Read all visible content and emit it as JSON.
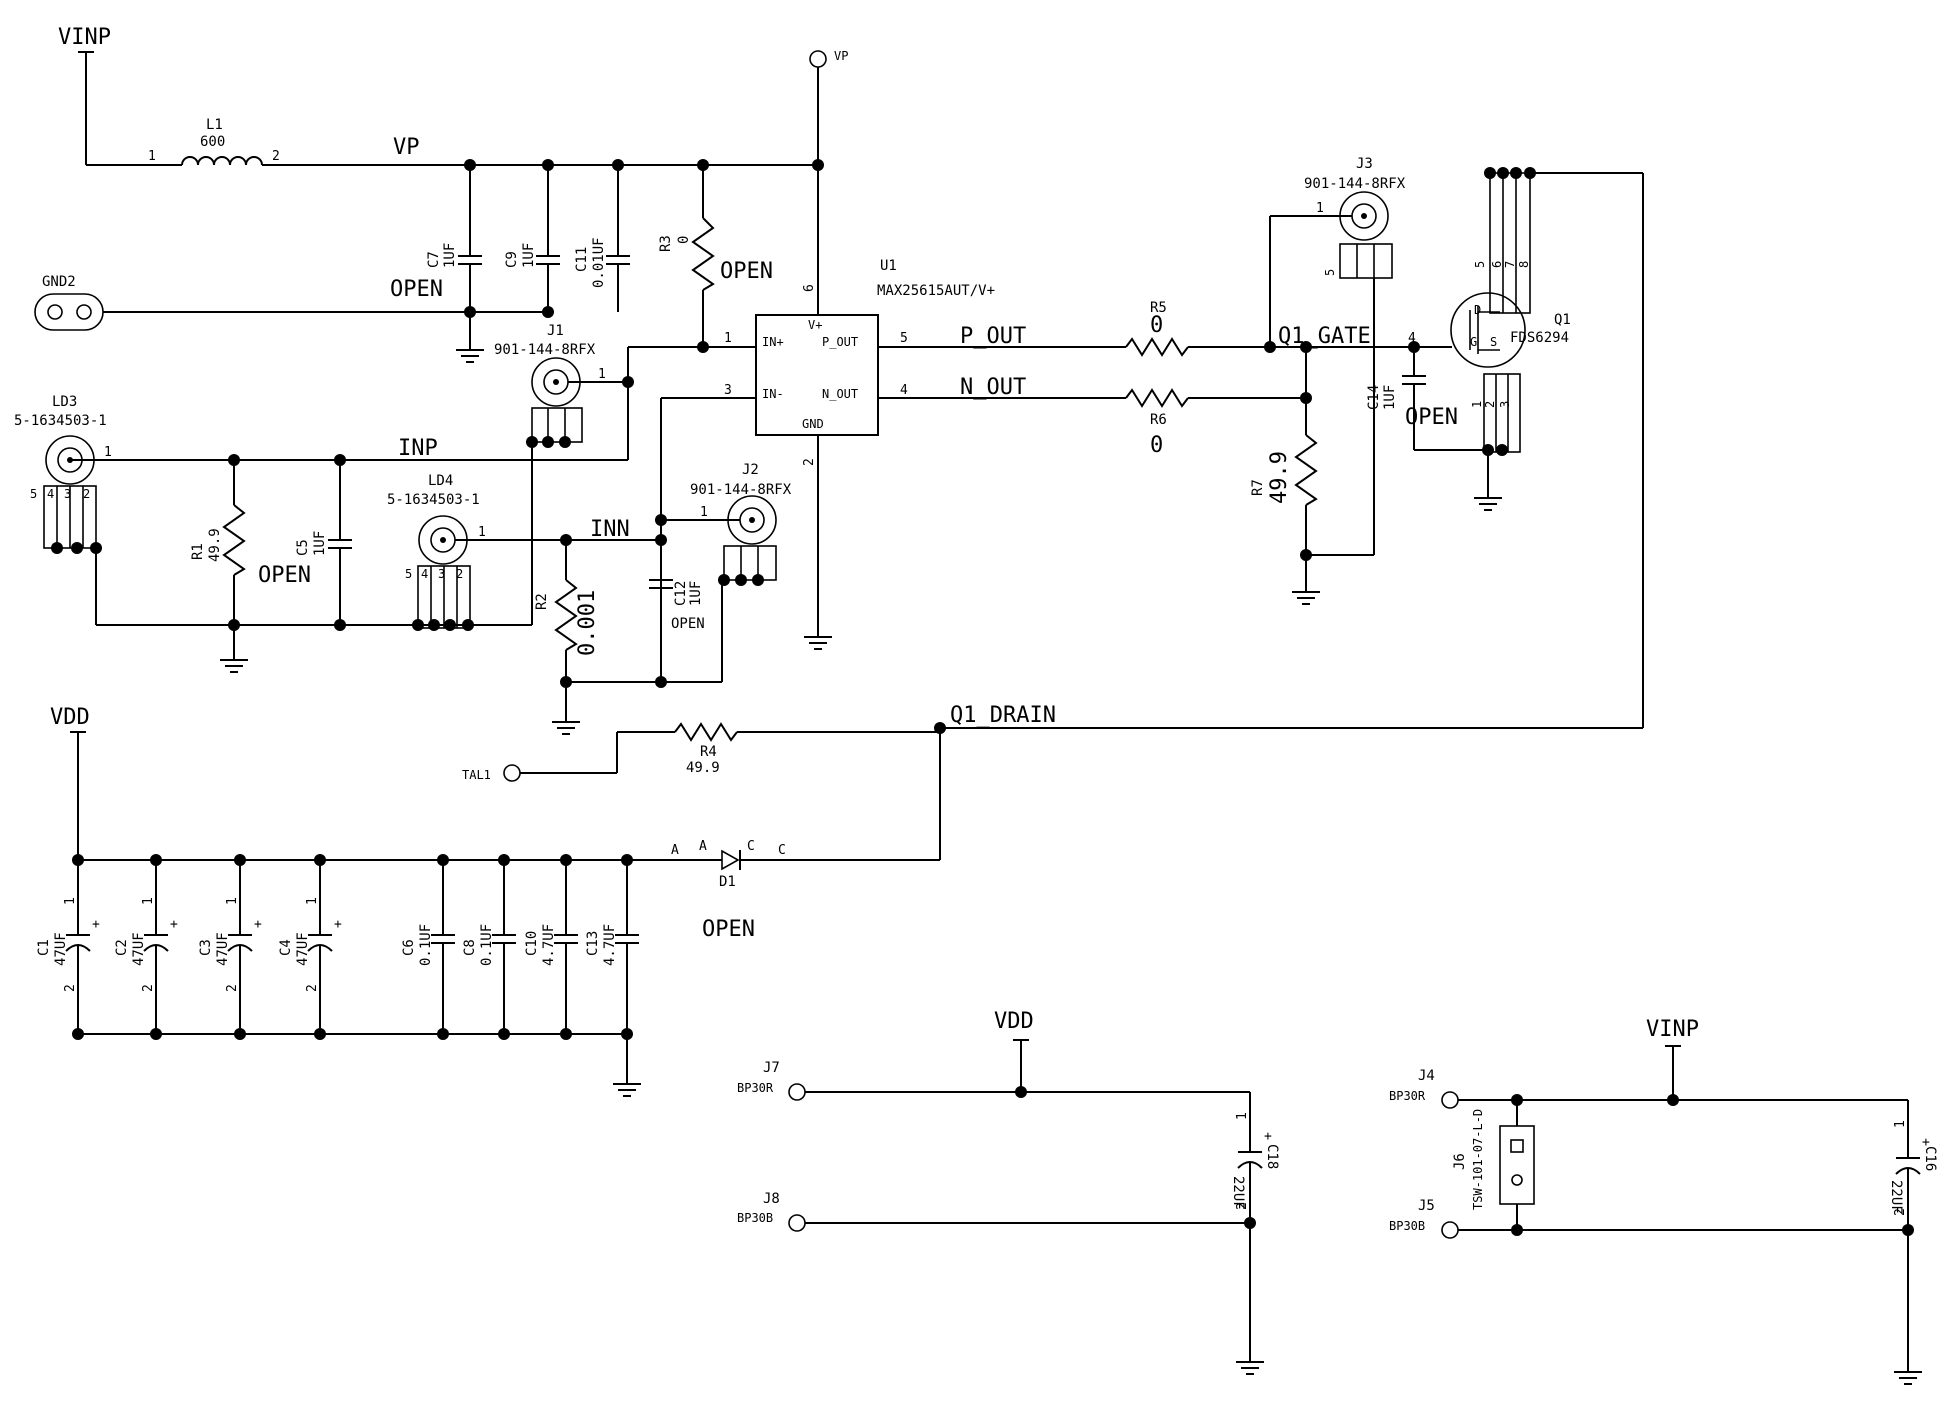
{
  "nets": {
    "vinp_top": "VINP",
    "vp_wire": "VP",
    "vp_port": "VP",
    "inp": "INP",
    "inn": "INN",
    "p_out": "P_OUT",
    "n_out": "N_OUT",
    "q1_gate": "Q1_GATE",
    "q1_drain": "Q1_DRAIN",
    "vdd_left": "VDD",
    "vdd_bottom": "VDD",
    "vinp_bottom": "VINP",
    "gnd2": "GND2",
    "tal1": "TAL1"
  },
  "notes": {
    "open": "OPEN"
  },
  "components": {
    "L1": {
      "ref": "L1",
      "value": "600",
      "pin1": "1",
      "pin2": "2"
    },
    "C7": {
      "ref": "C7",
      "value": "1UF"
    },
    "C9": {
      "ref": "C9",
      "value": "1UF"
    },
    "C11": {
      "ref": "C11",
      "value": "0.01UF"
    },
    "R3": {
      "ref": "R3",
      "value": "0"
    },
    "U1": {
      "ref": "U1",
      "value": "MAX25615AUT/V+",
      "pin_vplus": "V+",
      "pin_inp": "IN+",
      "pin_inn": "IN-",
      "pin_pout": "P_OUT",
      "pin_nout": "N_OUT",
      "pin_gnd": "GND",
      "n1": "1",
      "n2": "2",
      "n3": "3",
      "n4": "4",
      "n5": "5",
      "n6": "6"
    },
    "R5": {
      "ref": "R5",
      "value": "0"
    },
    "R6": {
      "ref": "R6",
      "value": "0"
    },
    "R7": {
      "ref": "R7",
      "value": "49.9"
    },
    "C14": {
      "ref": "C14",
      "value": "1UF"
    },
    "J3": {
      "ref": "J3",
      "value": "901-144-8RFX"
    },
    "J1": {
      "ref": "J1",
      "value": "901-144-8RFX"
    },
    "J2": {
      "ref": "J2",
      "value": "901-144-8RFX"
    },
    "Q1": {
      "ref": "Q1",
      "value": "FDS6294",
      "p1": "1",
      "p2": "2",
      "p3": "3",
      "p4": "4",
      "p5": "5",
      "p6": "6",
      "p7": "7",
      "p8": "8",
      "d": "D",
      "g": "G",
      "s": "S"
    },
    "LD3": {
      "ref": "LD3",
      "value": "5-1634503-1"
    },
    "LD4": {
      "ref": "LD4",
      "value": "5-1634503-1"
    },
    "R1": {
      "ref": "R1",
      "value": "49.9"
    },
    "C5": {
      "ref": "C5",
      "value": "1UF"
    },
    "R2": {
      "ref": "R2",
      "value": "0.001"
    },
    "C12": {
      "ref": "C12",
      "value": "1UF",
      "note": "OPEN"
    },
    "R4": {
      "ref": "R4",
      "value": "49.9"
    },
    "D1": {
      "ref": "D1",
      "a": "A",
      "c": "C"
    },
    "C1": {
      "ref": "C1",
      "value": "47UF"
    },
    "C2": {
      "ref": "C2",
      "value": "47UF"
    },
    "C3": {
      "ref": "C3",
      "value": "47UF"
    },
    "C4": {
      "ref": "C4",
      "value": "47UF"
    },
    "C6": {
      "ref": "C6",
      "value": "0.1UF"
    },
    "C8": {
      "ref": "C8",
      "value": "0.1UF"
    },
    "C10": {
      "ref": "C10",
      "value": "4.7UF"
    },
    "C13": {
      "ref": "C13",
      "value": "4.7UF"
    },
    "J7": {
      "ref": "J7",
      "value": "BP30R"
    },
    "J8": {
      "ref": "J8",
      "value": "BP30B"
    },
    "C18": {
      "ref": "C18",
      "value": "22UF"
    },
    "J4": {
      "ref": "J4",
      "value": "BP30R"
    },
    "J5": {
      "ref": "J5",
      "value": "BP30B"
    },
    "J6": {
      "ref": "J6",
      "value": "TSW-101-07-L-D"
    },
    "C16": {
      "ref": "C16",
      "value": "22UF"
    }
  },
  "pins": {
    "p1": "1",
    "p2": "2",
    "p3": "3",
    "p4": "4",
    "p5": "5",
    "plus": "+"
  }
}
